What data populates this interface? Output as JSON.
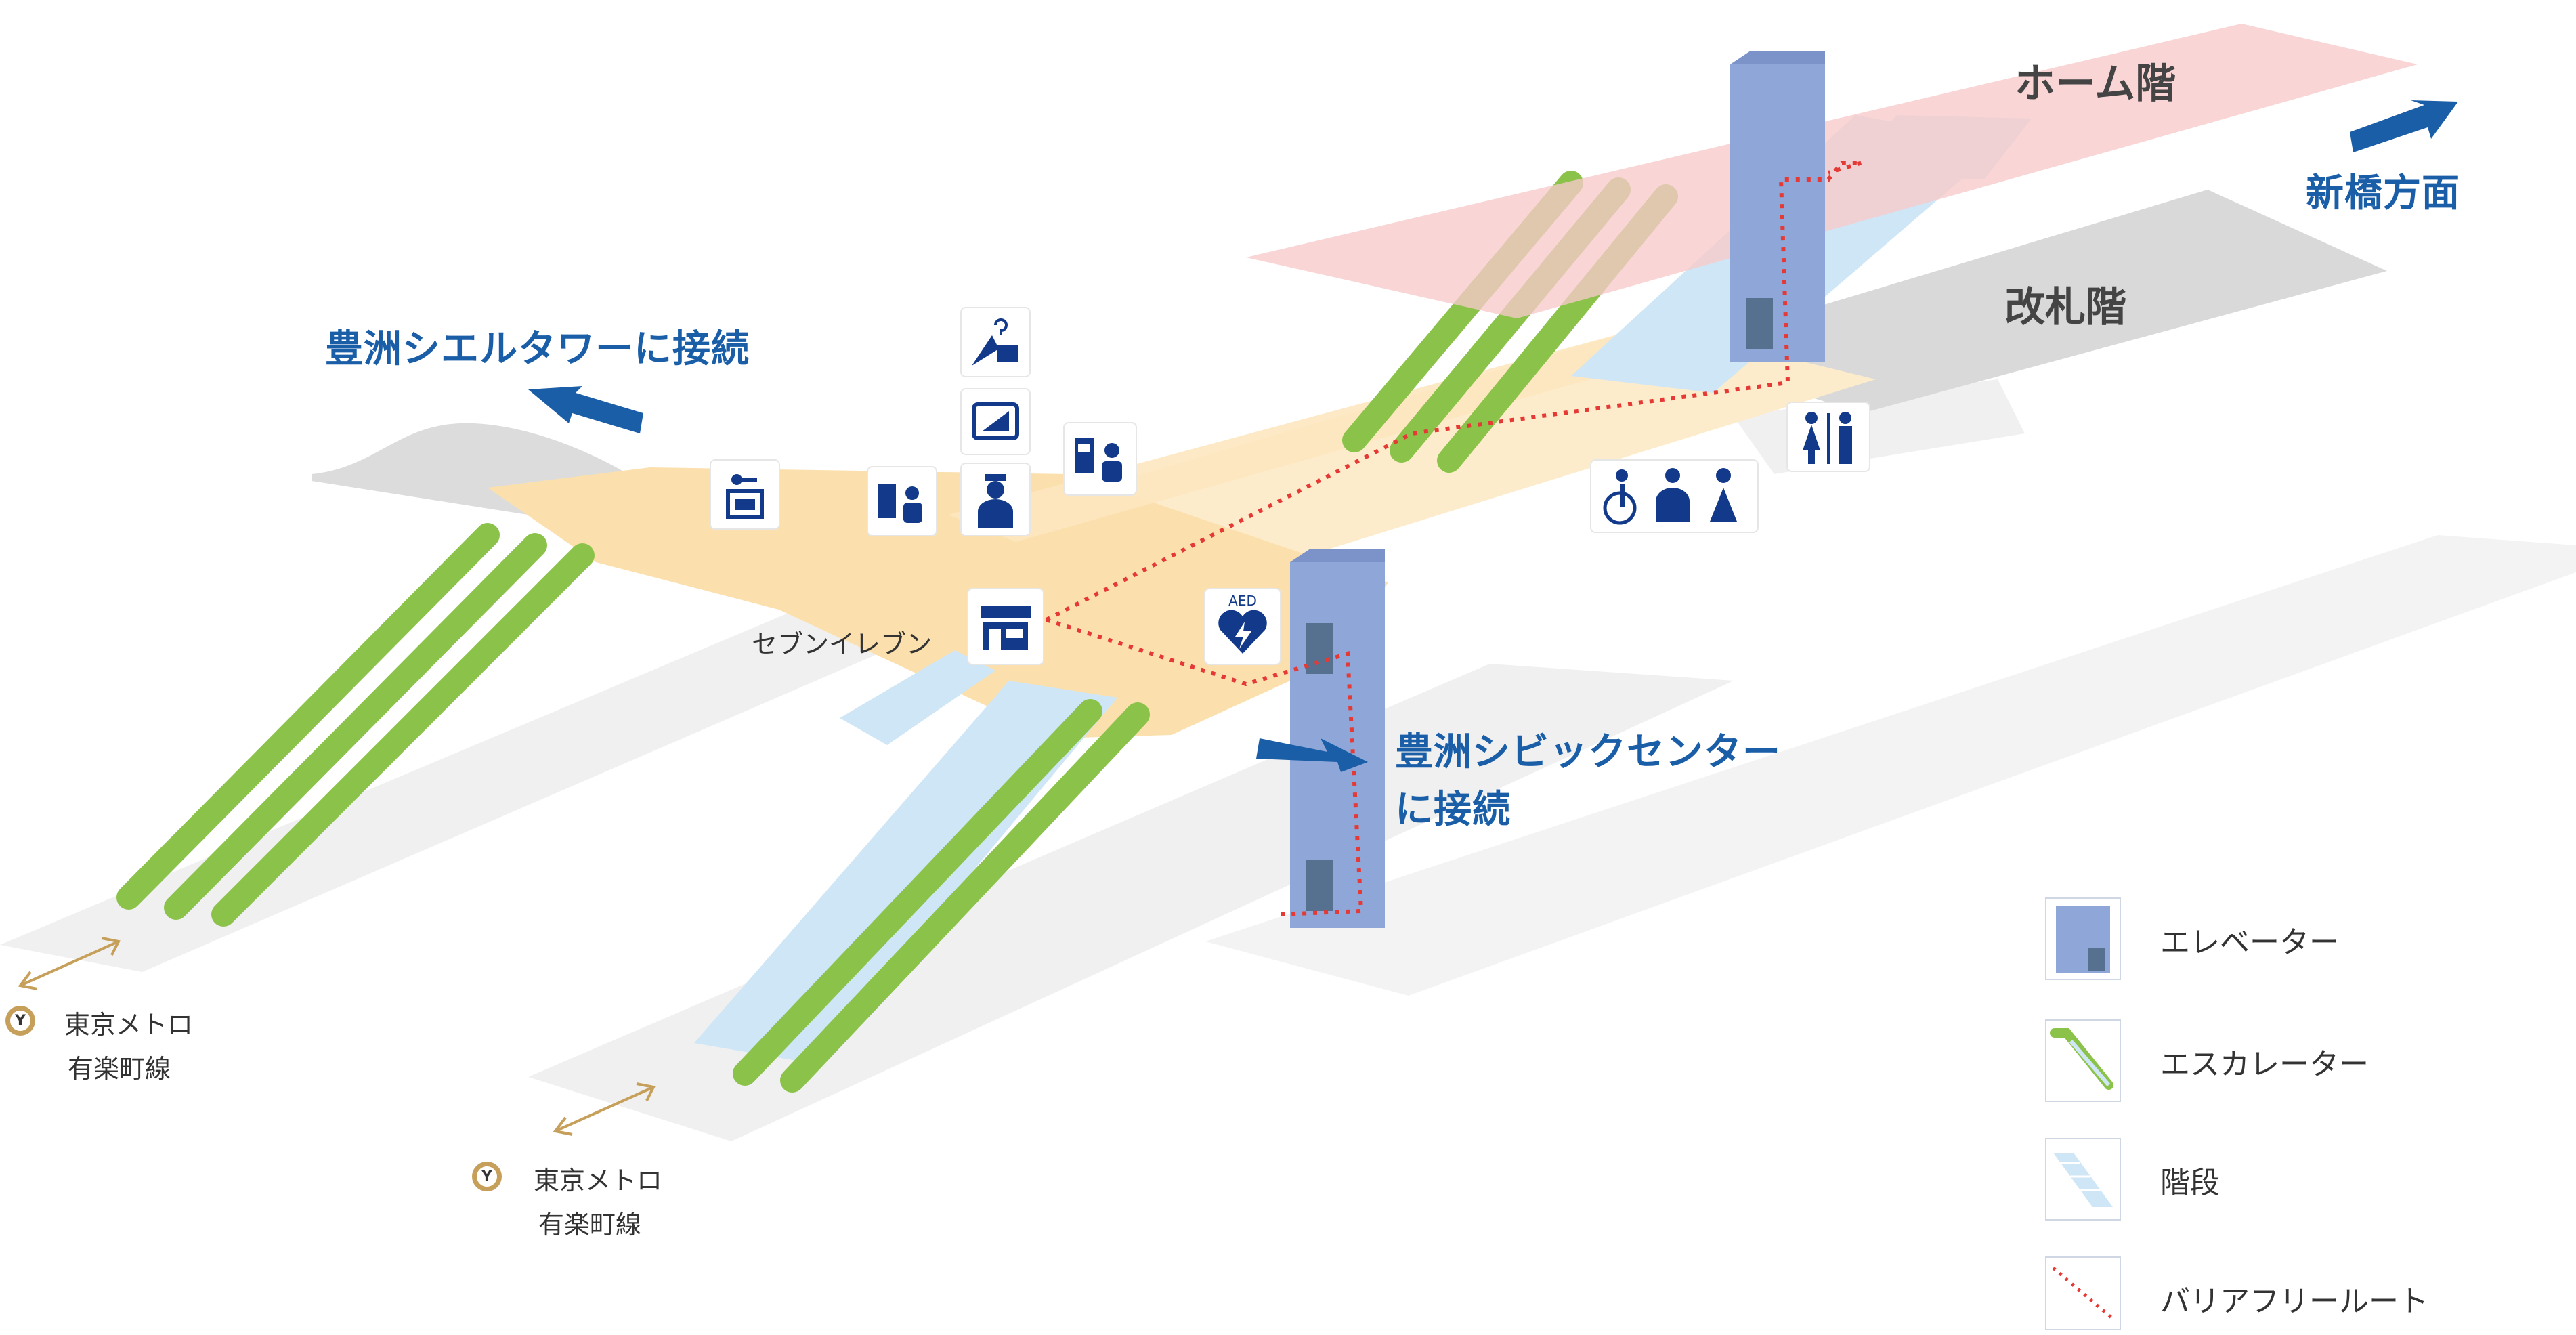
{
  "floors": {
    "platform": "ホーム階",
    "gate": "改札階"
  },
  "directions": {
    "shimbashi": "新橋方面",
    "shell_tower": "豊洲シエルタワーに接続",
    "civic_center_line1": "豊洲シビックセンター",
    "civic_center_line2": "に接続"
  },
  "places": {
    "seven_eleven": "セブンイレブン"
  },
  "aed_label": "AED",
  "metro": [
    {
      "badge": "Y",
      "line1": "東京メトロ",
      "line2": "有楽町線"
    },
    {
      "badge": "Y",
      "line1": "東京メトロ",
      "line2": "有楽町線"
    }
  ],
  "legend": [
    {
      "icon": "elevator-icon",
      "label": "エレベーター"
    },
    {
      "icon": "escalator-icon",
      "label": "エスカレーター"
    },
    {
      "icon": "stairs-icon",
      "label": "階段"
    },
    {
      "icon": "barrier-free-route-icon",
      "label": "バリアフリールート"
    }
  ],
  "colors": {
    "brand_blue": "#1a5ea8",
    "escalator_green": "#8bc34a",
    "elevator_blue": "#8fa6d8",
    "concourse_yellow": "#fbe3b3",
    "platform_pink": "#f7c9c9",
    "route_red": "#e53935",
    "stairs_blue": "#cfe6f7"
  }
}
